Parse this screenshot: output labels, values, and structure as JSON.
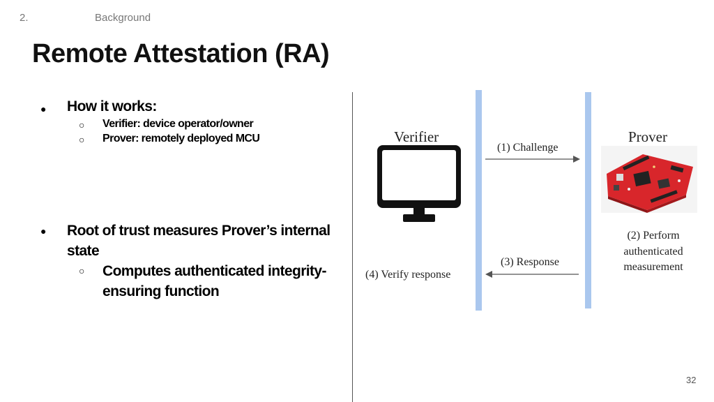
{
  "header": {
    "section_number": "2.",
    "section_title": "Background"
  },
  "slide": {
    "title": "Remote Attestation (RA)",
    "page_number": "32"
  },
  "bullets": {
    "how_it_works": "How it works:",
    "verifier_def": "Verifier: device operator/owner",
    "prover_def": "Prover: remotely deployed MCU",
    "root_of_trust": "Root of trust measures Prover’s internal state",
    "root_line1": "Root of trust measures Prover’s internal",
    "root_line2": "state",
    "computes_line1": "Computes authenticated integrity-",
    "computes_line2": "ensuring function",
    "bullet_glyph": "●",
    "sub_bullet_glyph": "○"
  },
  "diagram": {
    "verifier_label": "Verifier",
    "prover_label": "Prover",
    "step1": "(1) Challenge",
    "step2_line1": "(2) Perform",
    "step2_line2": "authenticated",
    "step2_line3": "measurement",
    "step3": "(3) Response",
    "step4": "(4) Verify response",
    "lifeline_color": "#aac7ee",
    "board_color": "#d8262b"
  }
}
